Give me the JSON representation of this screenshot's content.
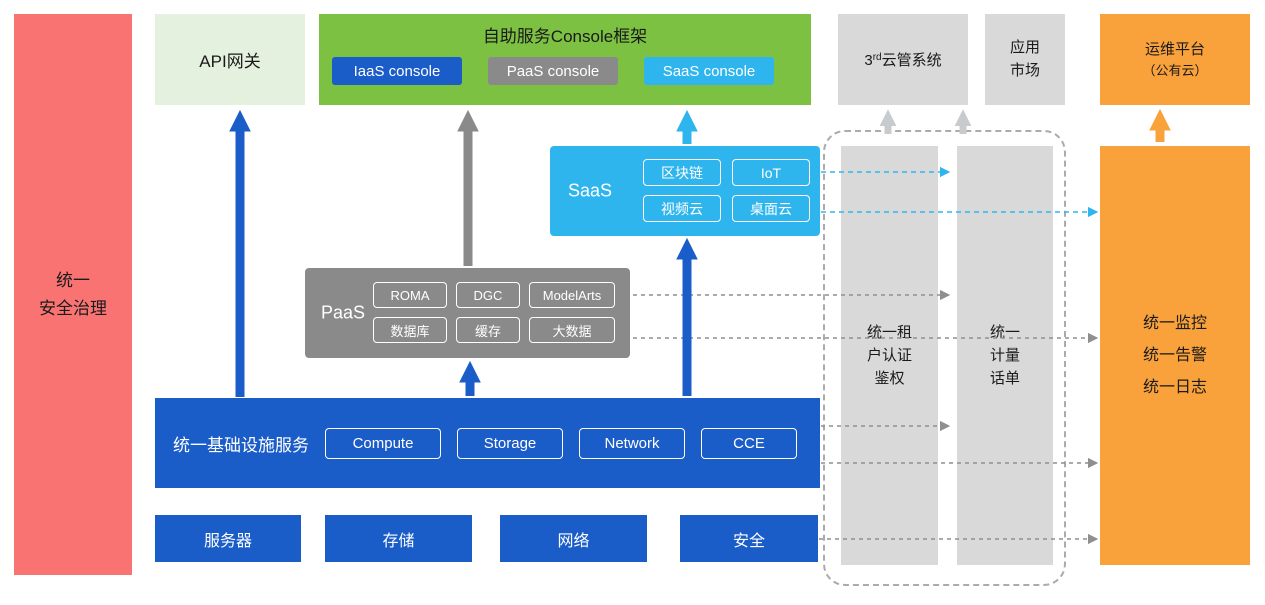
{
  "colors": {
    "red": "#F97373",
    "light_green": "#E3F1DE",
    "green": "#7DC142",
    "blue": "#1A5CC8",
    "gray": "#8A8A8A",
    "light_gray": "#D9D9D9",
    "cyan": "#2FB5EE",
    "orange": "#F9A23C"
  },
  "security_bar": {
    "label": "统一\n安全治理"
  },
  "api_gateway": {
    "label": "API网关"
  },
  "console_frame": {
    "title": "自助服务Console框架",
    "consoles": [
      {
        "label": "IaaS console"
      },
      {
        "label": "PaaS console"
      },
      {
        "label": "SaaS console"
      }
    ]
  },
  "third_cloud": {
    "prefix": "3",
    "sup": "rd",
    "rest": "云管系统"
  },
  "app_market": {
    "label": "应用\n市场"
  },
  "ops_platform": {
    "line1": "运维平台",
    "line2": "（公有云）"
  },
  "saas": {
    "label": "SaaS",
    "items": [
      "区块链",
      "IoT",
      "视频云",
      "桌面云"
    ]
  },
  "paas": {
    "label": "PaaS",
    "items": [
      "ROMA",
      "DGC",
      "ModelArts",
      "数据库",
      "缓存",
      "大数据"
    ]
  },
  "iaas": {
    "label": "统一基础设施服务",
    "items": [
      "Compute",
      "Storage",
      "Network",
      "CCE"
    ]
  },
  "resources": {
    "items": [
      "服务器",
      "存储",
      "网络",
      "安全"
    ]
  },
  "pipelines": {
    "tenant_auth": {
      "label": "统一租\n户认证\n鉴权"
    },
    "metering": {
      "label": "统一\n计量\n话单"
    },
    "monitor": {
      "label": "统一监控\n统一告警\n统一日志"
    }
  }
}
